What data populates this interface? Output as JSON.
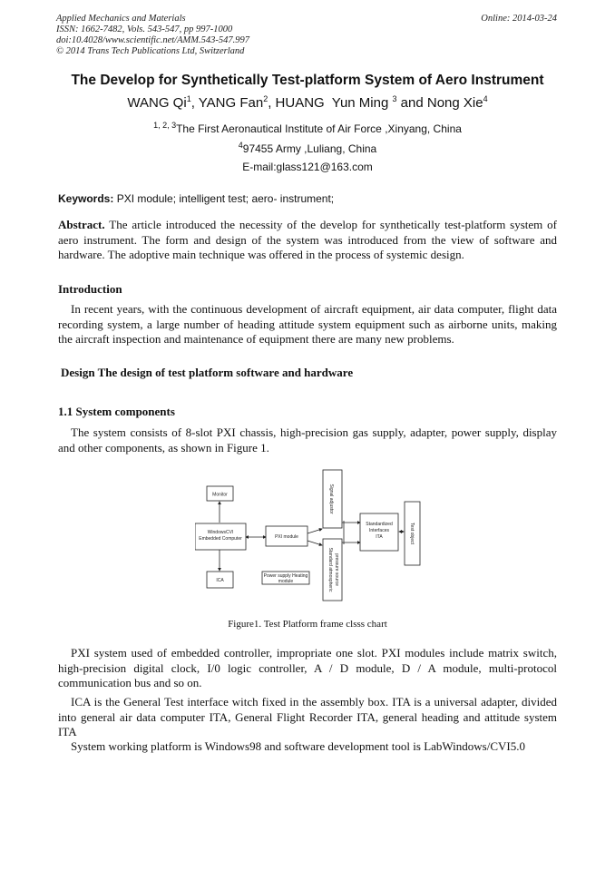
{
  "header": {
    "journal": "Applied Mechanics and Materials",
    "issn": "ISSN: 1662-7482, Vols. 543-547, pp 997-1000",
    "doi": "doi:10.4028/www.scientific.net/AMM.543-547.997",
    "copyright": "© 2014 Trans Tech Publications Ltd, Switzerland",
    "online": "Online: 2014-03-24"
  },
  "title": "The Develop for Synthetically Test-platform System of Aero Instrument",
  "authors": {
    "a1": "WANG Qi",
    "s1": "1",
    "a2": ", YANG Fan",
    "s2": "2",
    "a3": ", HUANG  Yun Ming ",
    "s3": "3",
    "a4": " and Nong Xie",
    "s4": "4"
  },
  "affiliations": {
    "aff1_sup": "1, 2, 3",
    "aff1": "The First Aeronautical Institute of Air Force ,Xinyang, China",
    "aff2_sup": "4",
    "aff2": "97455 Army ,Luliang, China",
    "email": "E-mail:glass121@163.com"
  },
  "keywords": {
    "label": "Keywords:",
    "text": " PXI module; intelligent test; aero- instrument;"
  },
  "abstract": {
    "label": "Abstract.",
    "text": " The article introduced the necessity of the develop for synthetically test-platform system of aero instrument. The form and design of the system was introduced from the view of software and hardware. The adoptive main technique was offered in the process of systemic design."
  },
  "introduction": {
    "heading": "Introduction",
    "text": "In recent years, with the continuous development of aircraft equipment, air data computer, flight data recording system, a large number of heading attitude system equipment such as airborne units, making the aircraft inspection and maintenance of equipment there are many new problems."
  },
  "design_heading": "Design The design of test platform software and hardware",
  "system_components": {
    "heading": "1.1 System components",
    "text": "The system consists of 8-slot PXI chassis, high-precision gas supply, adapter, power supply, display and other components, as shown in Figure 1."
  },
  "figure": {
    "monitor": "Monitor",
    "windows1": "WindowsCVI",
    "windows2": "Embedded Computer",
    "ica": "ICA",
    "pxi": "PXI module",
    "power1": "Power supply Heating",
    "power2": "module",
    "signal": "Signal adjustor",
    "pressure1": "Standard atmospheric",
    "pressure2": "pressure source",
    "ita1": "Standardized",
    "ita2": "Interfaces",
    "ita3": "ITA",
    "test": "Test object",
    "caption": "Figure1. Test Platform frame clsss chart"
  },
  "body": {
    "p1": "PXI system used of embedded controller, impropriate one slot. PXI modules include matrix switch, high-precision digital clock, I/0 logic controller, A / D module, D / A module, multi-protocol communication bus and so on.",
    "p2": "ICA is the General Test interface witch fixed in the assembly box. ITA is a universal adapter, divided into general air data computer ITA, General Flight Recorder ITA, general heading and attitude system ITA",
    "p3": "System working platform is Windows98 and software development tool is LabWindows/CVI5.0"
  }
}
